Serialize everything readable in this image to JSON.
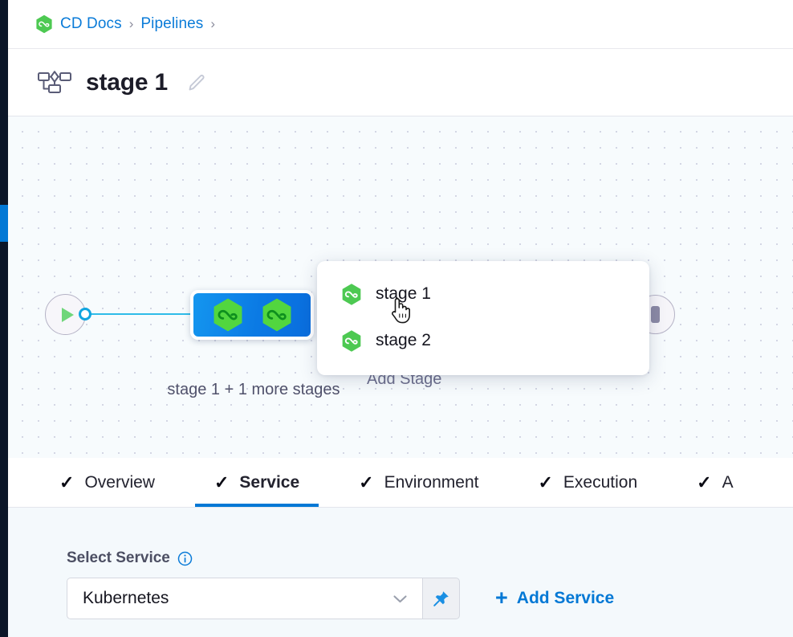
{
  "breadcrumb": {
    "icon": "harness-hexagon-icon",
    "items": [
      {
        "label": "CD Docs"
      },
      {
        "label": "Pipelines"
      }
    ],
    "separator": "›",
    "link_color": "#0a7bd8"
  },
  "header": {
    "icon": "pipeline-stage-diagram-icon",
    "title": "stage 1",
    "edit_icon": "pencil-edit-icon"
  },
  "canvas": {
    "start_node": {
      "icon": "play-triangle-icon"
    },
    "group_node": {
      "icons": [
        "harness-hexagon-icon",
        "harness-hexagon-icon"
      ],
      "label": "stage 1 + 1 more stages",
      "color": "#0b7ae4"
    },
    "add_stage_label": "Add Stage",
    "end_node": {
      "icon": "stop-square-icon"
    },
    "cursor": "pointer-hand-cursor"
  },
  "stage_panel": {
    "items": [
      {
        "icon": "harness-hexagon-icon",
        "label": "stage 1"
      },
      {
        "icon": "harness-hexagon-icon",
        "label": "stage 2"
      }
    ]
  },
  "tabs": {
    "active": "Service",
    "accent_color": "#0278d5",
    "items": [
      {
        "label": "Overview",
        "check": "✓",
        "active": false
      },
      {
        "label": "Service",
        "check": "✓",
        "active": true
      },
      {
        "label": "Environment",
        "check": "✓",
        "active": false
      },
      {
        "label": "Execution",
        "check": "✓",
        "active": false
      },
      {
        "label": "A",
        "check": "✓",
        "active": false
      }
    ]
  },
  "form": {
    "select_service": {
      "label": "Select Service",
      "info_icon": "info-circle-icon",
      "value": "Kubernetes",
      "chevron_icon": "chevron-down-icon",
      "pin_icon": "pin-thumbtack-icon"
    },
    "add_service": {
      "plus": "+",
      "label": "Add Service",
      "color": "#0278d5"
    }
  }
}
